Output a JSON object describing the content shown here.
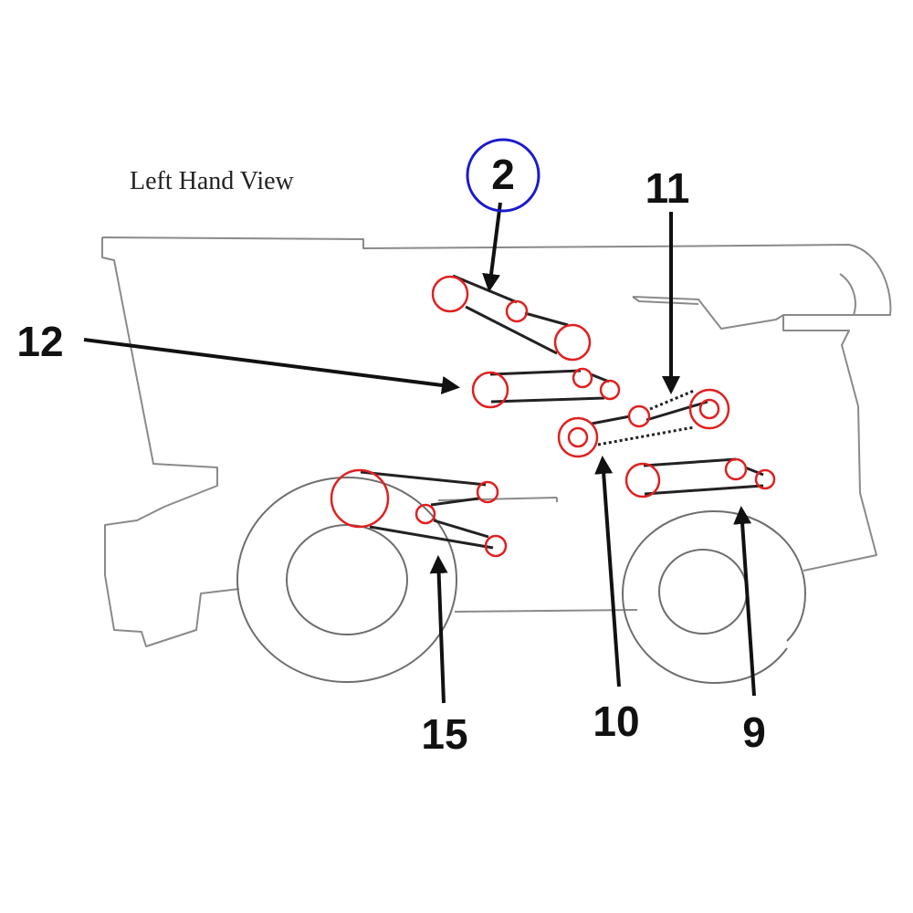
{
  "view_title": "Left Hand View",
  "colors": {
    "outline": "#8a8a8a",
    "pulley": "#e02020",
    "belt": "#222222",
    "leader": "#111111",
    "highlight_circle": "#1a1acc",
    "text": "#111111"
  },
  "callouts": [
    {
      "id": "2",
      "label": "2",
      "highlighted": true
    },
    {
      "id": "11",
      "label": "11",
      "highlighted": false
    },
    {
      "id": "12",
      "label": "12",
      "highlighted": false
    },
    {
      "id": "15",
      "label": "15",
      "highlighted": false
    },
    {
      "id": "10",
      "label": "10",
      "highlighted": false
    },
    {
      "id": "9",
      "label": "9",
      "highlighted": false
    }
  ]
}
